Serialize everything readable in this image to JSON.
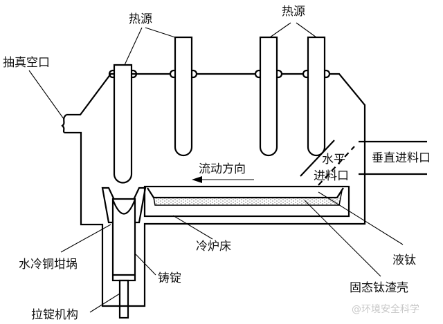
{
  "labels": {
    "heat_source_1": "热源",
    "heat_source_2": "热源",
    "vacuum_port": "抽真空口",
    "flow_direction": "流动方向",
    "horizontal_feed_line1": "水平",
    "horizontal_feed_line2": "进料口",
    "vertical_feed": "垂直进料口",
    "cold_hearth": "冷炉床",
    "liquid_titanium": "液钛",
    "solid_skull": "固态钛渣壳",
    "copper_crucible": "水冷铜坩埚",
    "ingot": "铸锭",
    "withdrawal_mechanism": "拉锭机构"
  },
  "watermark": "@环境安全科学"
}
